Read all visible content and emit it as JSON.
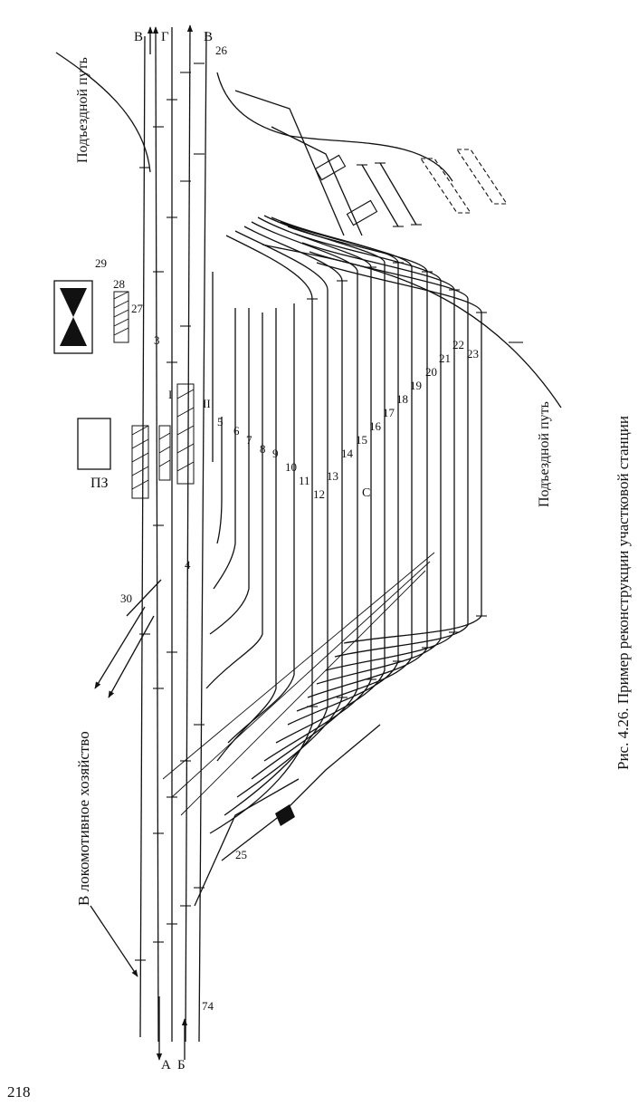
{
  "caption": "Рис. 4.26. Пример реконструкции участковой станции",
  "page_number": "218",
  "labels": {
    "loco": "В локомотивное хозяйство",
    "access_top": "Подъездной путь",
    "access_bottom": "Подъездной путь",
    "pz": "ПЗ",
    "c": "С"
  },
  "directions": [
    "А",
    "Б",
    "В",
    "Г",
    "В"
  ],
  "track_numbers": [
    "74",
    "25",
    "30",
    "4",
    "3",
    "I",
    "II",
    "5",
    "6",
    "7",
    "8",
    "9",
    "10",
    "11",
    "12",
    "13",
    "14",
    "15",
    "16",
    "17",
    "18",
    "19",
    "20",
    "21",
    "22",
    "23",
    "26",
    "27",
    "28",
    "29"
  ]
}
